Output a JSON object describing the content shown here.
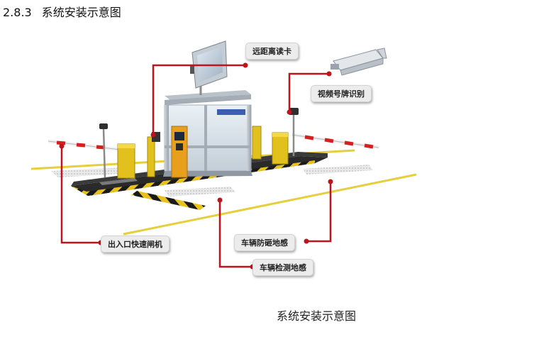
{
  "heading": {
    "number": "2.8.3",
    "title": "系统安装示意图"
  },
  "labels": {
    "reader": "远距离读卡",
    "camera": "视频号牌识别",
    "barrier": "出入口快速闸机",
    "anti_smash": "车辆防砸地感",
    "detection": "车辆检测地感"
  },
  "caption": "系统安装示意图",
  "colors": {
    "callout_line": "#c0141c",
    "island_yellow": "#e8c21a",
    "booth_frame": "#b8c0c8",
    "lane_line": "#e6cf3c"
  },
  "icons": {
    "reader": "display-screen-icon",
    "camera": "surveillance-camera-icon",
    "barrier": "barrier-gate-icon",
    "loop": "ground-loop-icon"
  }
}
